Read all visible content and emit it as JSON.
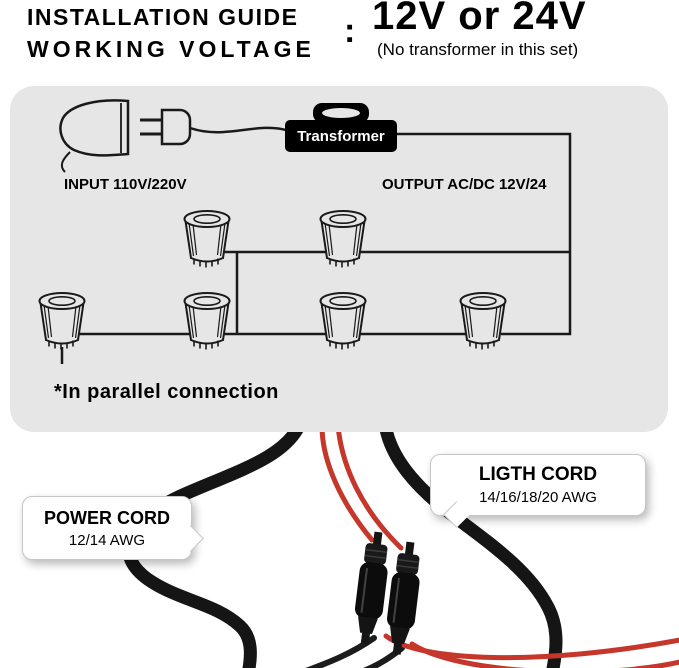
{
  "header": {
    "title_line1": "INSTALLATION GUIDE",
    "title_line2": "WORKING VOLTAGE",
    "colon": ":",
    "voltage": "12V or 24V",
    "voltage_note": "(No transformer in this set)"
  },
  "diagram": {
    "transformer_label": "Transformer",
    "input_label": "INPUT 110V/220V",
    "output_label": "OUTPUT AC/DC 12V/24",
    "parallel_note": "*In parallel connection",
    "lights": {
      "row1_count": 2,
      "row2_count": 4
    }
  },
  "callouts": {
    "power_cord": {
      "title": "POWER CORD",
      "gauge": "12/14 AWG"
    },
    "light_cord": {
      "title": "LIGTH CORD",
      "gauge": "14/16/18/20 AWG"
    }
  },
  "colors": {
    "panel_bg": "#e6e6e6",
    "line": "#1a1a1a",
    "transformer_bg": "#000000",
    "transformer_text": "#ffffff",
    "red_wire": "#c5372b",
    "cable_black": "#151515"
  },
  "icons": [
    "plug-icon",
    "transformer-icon",
    "well-light-icon",
    "connector-icon"
  ]
}
